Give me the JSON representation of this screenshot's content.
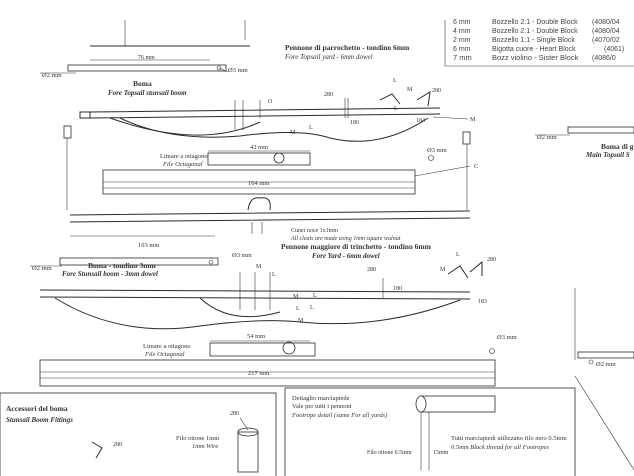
{
  "parts_table": {
    "rows": [
      {
        "size": "6 mm",
        "description": "Bozzello 2:1 - Double Block",
        "code": "(4080/04"
      },
      {
        "size": "4 mm",
        "description": "Bozzello 2:1 - Double Block",
        "code": "(4080/04"
      },
      {
        "size": "2 mm",
        "description": "Bozzello 1:1 - Single Block",
        "code": "(4070/02"
      },
      {
        "size": "6 mm",
        "description": "Bigotta cuore - Heart Block",
        "code": "(4061)"
      },
      {
        "size": "7 mm",
        "description": "Bozz violino - Sister Block",
        "code": "(4086/0"
      }
    ]
  },
  "top_yard": {
    "title_it": "Pennone di parrochetto - tondino 6mm",
    "title_en": "Fore Topsail yard - 6mm dowel",
    "dim_76": "76 mm"
  },
  "boma_fore_topsail": {
    "diam_left": "Ø2 mm",
    "title_it": "Boma",
    "title_en": "Fore Topsail stunsail boom",
    "diam_right": "Ø3 mm"
  },
  "fore_yard_top": {
    "labels": {
      "dim_280a": "280",
      "dim_180": "180",
      "dim_184": "184",
      "dim_280b": "280",
      "L1": "L",
      "M1": "M",
      "L2": "L",
      "O": "O",
      "M2": "M",
      "L3": "L",
      "M_right": "M"
    },
    "limare_it": "Limare a ottagono",
    "limare_en": "File Octagonal",
    "dim_42": "42 mm",
    "dim_164": "164 mm",
    "diam_3": "Ø3 mm",
    "C": "C"
  },
  "main_topsail": {
    "diam": "Ø2 mm",
    "title_it": "Boma di g",
    "title_en": "Main Topsail S"
  },
  "fore_yard_main": {
    "dim_103": "103 mm",
    "cunei_it": "Cunei noce 1x1mm",
    "cunei_en": "All cleats are made using 1mm square walnut",
    "title_it": "Pennone maggiore di trinchetto - tondino 6mm",
    "title_en": "Fore Yard - 6mm dowel",
    "diam_2": "Ø2 mm",
    "diam_3": "Ø3 mm",
    "boma_it": "Boma - tondino 3mm",
    "boma_en": "Fore Stunsail boom - 3mm dowel"
  },
  "lower_yard": {
    "labels": {
      "M1": "M",
      "L1": "L",
      "M2": "M",
      "L2": "L",
      "L3": "L",
      "M3": "M",
      "dim_280a": "280",
      "dim_280b": "280",
      "dim_180": "180",
      "dim_183": "183",
      "L4": "L",
      "L5": "L",
      "M4": "M"
    },
    "dim_54": "54 mm",
    "limare_it": "Limare a ottagono",
    "limare_en": "File Octagonal",
    "dim_217": "217 mm",
    "diam_3": "Ø3 mm",
    "diam_2": "Ø2 mm"
  },
  "accessories": {
    "title_it": "Accessori del boma",
    "title_en": "Stunsail Boom Fittings",
    "dim_280a": "280",
    "dim_280b": "280",
    "filo_it": "Filo ottone 1mm",
    "filo_en": "1mm Wire"
  },
  "footrope": {
    "title_it": "Dettaglio marciapiede",
    "sub_it": "Vale per tutti i pennoni",
    "title_en": "Footrope detail (same For all yards)",
    "note_it": "Tutti marciapiedi utilizzano filo nero 0.5mm",
    "note_en": "0.5mm Black thread for all Footropes",
    "filo_05": "Filo ottone 0.5mm",
    "dim_15": "15mm"
  },
  "colors": {
    "paper": "#ffffff",
    "ink": "#2a2a2a",
    "text": "#333333"
  }
}
